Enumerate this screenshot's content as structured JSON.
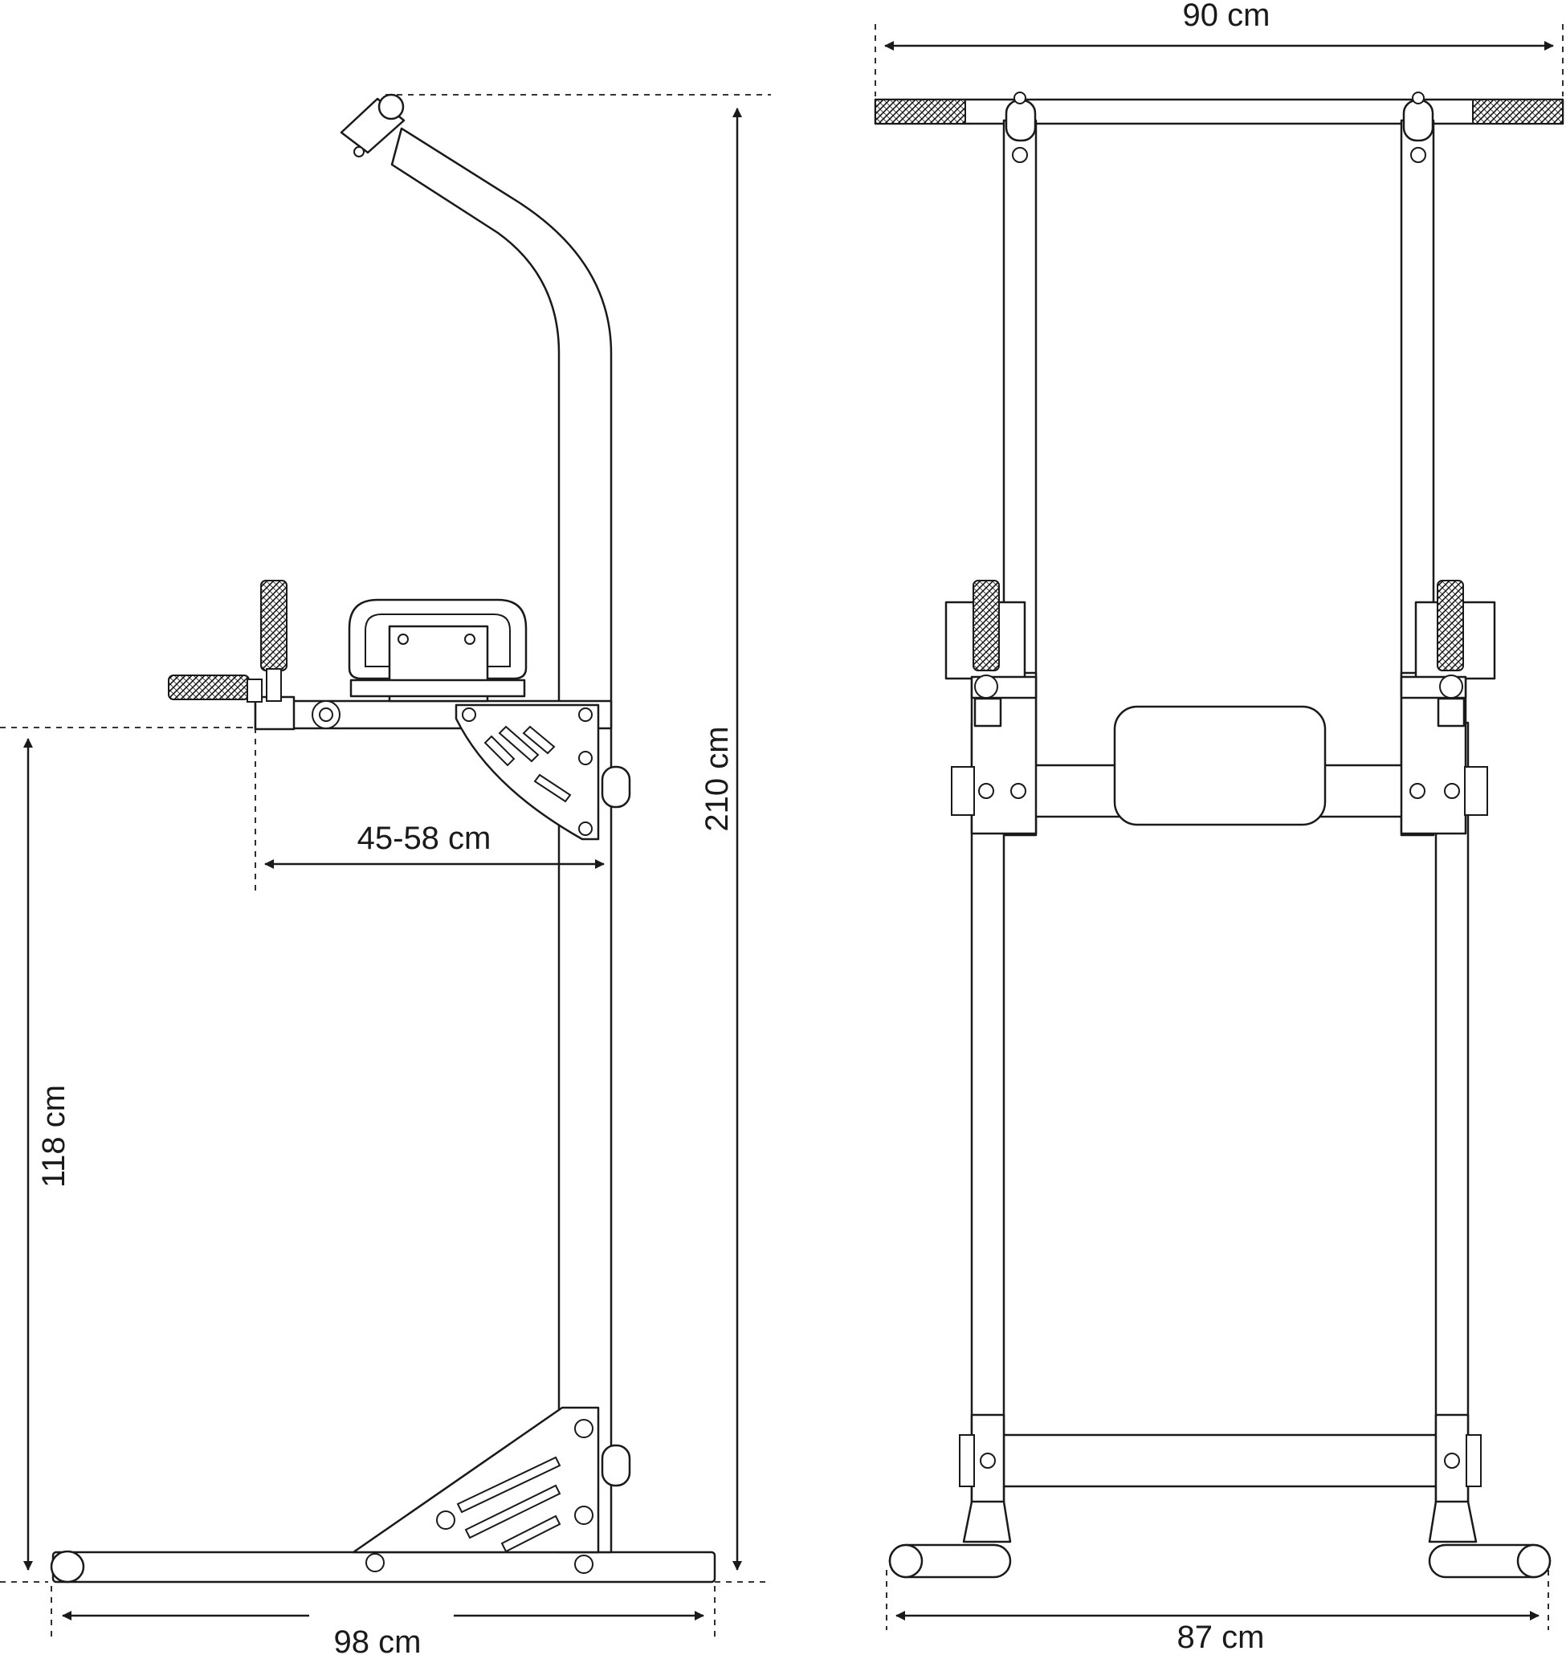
{
  "dimensions": {
    "side_top_height": "210 cm",
    "side_dip_height": "118 cm",
    "side_dip_reach": "45-58 cm",
    "side_base_depth": "98 cm",
    "front_top_width": "90 cm",
    "front_base_width": "87 cm"
  },
  "colors": {
    "line": "#1a1a1a",
    "background": "#ffffff"
  }
}
